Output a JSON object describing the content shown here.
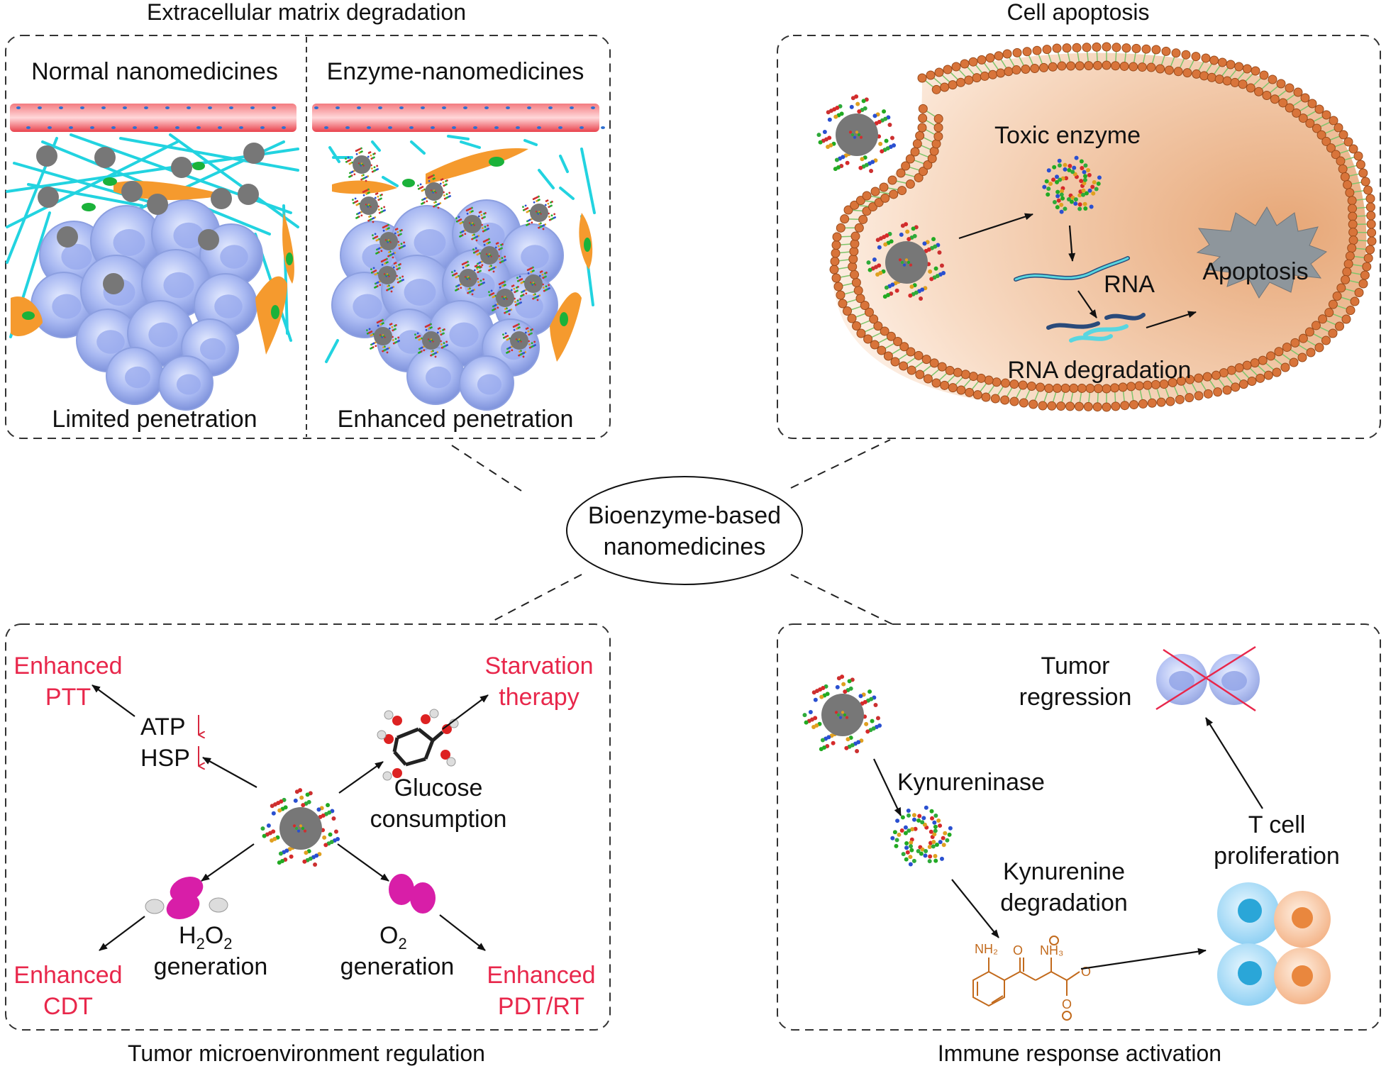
{
  "center": {
    "line1": "Bioenzyme-based",
    "line2": "nanomedicines"
  },
  "ecm": {
    "title": "Extracellular matrix degradation",
    "left_header": "Normal nanomedicines",
    "right_header": "Enzyme-nanomedicines",
    "left_footer": "Limited penetration",
    "right_footer": "Enhanced penetration"
  },
  "apoptosis": {
    "title": "Cell apoptosis",
    "toxic_enzyme": "Toxic enzyme",
    "rna": "RNA",
    "rna_degradation": "RNA degradation",
    "apoptosis": "Apoptosis"
  },
  "tme": {
    "title": "Tumor microenvironment regulation",
    "ptt_l1": "Enhanced",
    "ptt_l2": "PTT",
    "starv_l1": "Starvation",
    "starv_l2": "therapy",
    "atp": "ATP",
    "hsp": "HSP",
    "glucose_l1": "Glucose",
    "glucose_l2": "consumption",
    "h2o2_H": "H",
    "h2o2_2a": "2",
    "h2o2_O": "O",
    "h2o2_2b": "2",
    "o2_O": "O",
    "o2_2": "2",
    "generation": "generation",
    "cdt_l1": "Enhanced",
    "cdt_l2": "CDT",
    "pdt_l1": "Enhanced",
    "pdt_l2": "PDT/RT"
  },
  "immune": {
    "title": "Immune response activation",
    "kynureninase": "Kynureninase",
    "kyn_deg_l1": "Kynurenine",
    "kyn_deg_l2": "degradation",
    "tumor_l1": "Tumor",
    "tumor_l2": "regression",
    "tcell_l1": "T cell",
    "tcell_l2": "proliferation",
    "nh2": "NH₂",
    "nh3": "NH₃",
    "o_label": "O"
  },
  "colors": {
    "accent_red": "#e8274b",
    "vessel": "#f0505a",
    "fiber": "#22d3e0",
    "nanoparticle": "#777777",
    "tumor_cell": "#aab9f5",
    "fibroblast": "#f59a2e",
    "membrane_bead": "#d8743a",
    "cytoplasm": "#f2c9a8",
    "molecule": "#c26a1c",
    "magenta": "#d81ea8"
  }
}
